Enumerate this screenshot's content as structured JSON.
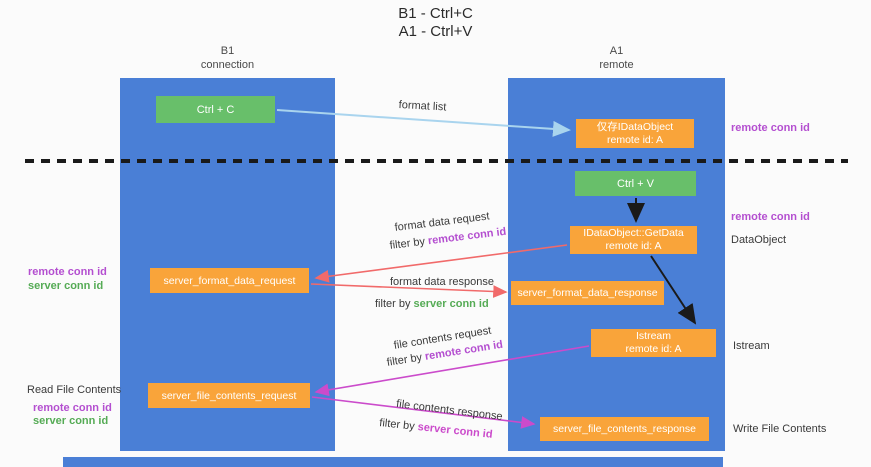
{
  "title": {
    "line1": "B1 - Ctrl+C",
    "line2": "A1 - Ctrl+V"
  },
  "lanes": {
    "b1": {
      "name": "B1",
      "subtitle": "connection"
    },
    "a1": {
      "name": "A1",
      "subtitle": "remote"
    }
  },
  "boxes": {
    "ctrl_c": {
      "label": "Ctrl + C"
    },
    "clipboard_idataobject": {
      "line1": "仅存IDataObject",
      "line2": "remote id: A"
    },
    "ctrl_v": {
      "label": "Ctrl + V"
    },
    "idataobject_getdata": {
      "line1": "IDataObject::GetData",
      "line2": "remote id: A"
    },
    "istream": {
      "line1": "Istream",
      "line2": "remote id: A"
    },
    "server_format_data_request": {
      "label": "server_format_data_request"
    },
    "server_format_data_response": {
      "label": "server_format_data_response"
    },
    "server_file_contents_request": {
      "label": "server_file_contents_request"
    },
    "server_file_contents_response": {
      "label": "server_file_contents_response"
    }
  },
  "arrows": {
    "format_list": {
      "label": "format list"
    },
    "format_data_request": {
      "label": "format data request",
      "filter_prefix": "filter by ",
      "filter_id": "remote conn id"
    },
    "format_data_response": {
      "label": "format data response",
      "filter_prefix": "filter by ",
      "filter_id": "server conn id"
    },
    "file_contents_request": {
      "label": "file contents request",
      "filter_prefix": "filter by ",
      "filter_id": "remote conn id"
    },
    "file_contents_response": {
      "label": "file contents response",
      "filter_prefix": "filter by ",
      "filter_id": "server conn id"
    }
  },
  "side_labels": {
    "right_top_remote_conn_id": "remote conn id",
    "right_mid_remote_conn_id": "remote conn id",
    "right_dataobject": "DataObject",
    "right_istream": "Istream",
    "right_write_file_contents": "Write File Contents",
    "left_remote_conn_id_1": "remote conn id",
    "left_server_conn_id_1": "server conn id",
    "left_read_file_contents": "Read File Contents",
    "left_remote_conn_id_2": "remote conn id",
    "left_server_conn_id_2": "server conn id"
  },
  "colors": {
    "lane_blue": "#4a7fd6",
    "box_green": "#68bf6a",
    "box_orange": "#f9a43a",
    "arrow_light_blue": "#a9d4ee",
    "arrow_red": "#f16a6a",
    "arrow_magenta": "#cb4bcb",
    "text_purple": "#b44fd0",
    "text_green": "#55ab55",
    "dashed_divider": "#1a1a1a"
  }
}
